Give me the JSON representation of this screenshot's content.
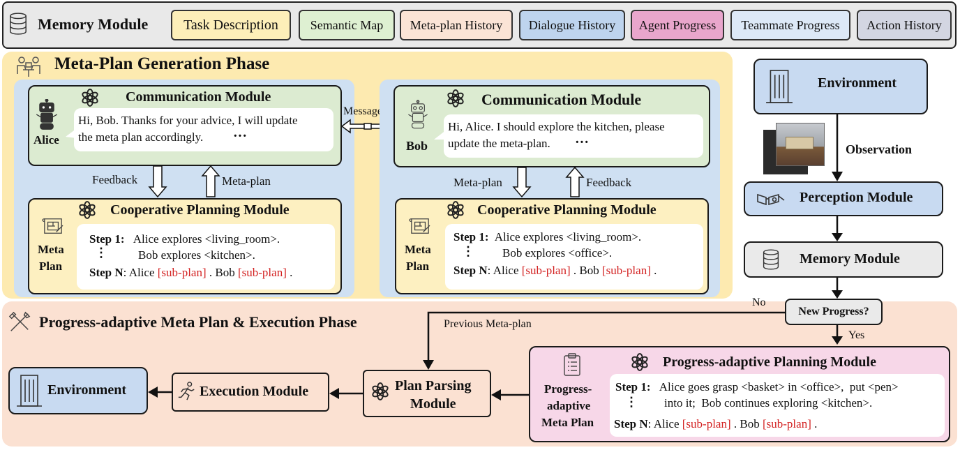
{
  "memory_bar": {
    "title": "Memory Module",
    "tags": [
      {
        "label": "Task Description",
        "color": "#fdefb9"
      },
      {
        "label": "Semantic Map",
        "color": "#def0d2"
      },
      {
        "label": "Meta-plan History",
        "color": "#fbe4d6"
      },
      {
        "label": "Dialogue History",
        "color": "#bed4ee"
      },
      {
        "label": "Agent Progress",
        "color": "#e9a6cc"
      },
      {
        "label": "Teammate Progress",
        "color": "#dde9f7"
      },
      {
        "label": "Action History",
        "color": "#d3d6e2"
      }
    ]
  },
  "meta_plan_phase": {
    "title": "Meta-Plan Generation Phase",
    "message_label": "Message",
    "alice": {
      "name": "Alice",
      "comm_title": "Communication Module",
      "comm_text_1": "Hi, Bob. Thanks for your advice, I will update",
      "comm_text_2": "the meta plan accordingly.",
      "ellipsis": "···",
      "feedback_label": "Feedback",
      "metaplan_label": "Meta-plan",
      "coop_title": "Cooperative Planning Module",
      "meta_plan_label_1": "Meta",
      "meta_plan_label_2": "Plan",
      "step1_label": "Step 1:",
      "step1_text": "Alice explores  <living_room>.",
      "step1_text_2": "Bob explores <kitchen>.",
      "vdots": "⋮",
      "stepn_label": "Step N",
      "stepn_prefix": ": Alice ",
      "subplan": "[sub-plan]",
      "stepn_mid": " . Bob ",
      "stepn_end": " ."
    },
    "bob": {
      "name": "Bob",
      "comm_title": "Communication Module",
      "comm_text_1": "Hi, Alice. I should explore the kitchen, please",
      "comm_text_2": "update the meta-plan.",
      "ellipsis": "···",
      "metaplan_label": "Meta-plan",
      "feedback_label": "Feedback",
      "coop_title": "Cooperative Planning Module",
      "meta_plan_label_1": "Meta",
      "meta_plan_label_2": "Plan",
      "step1_label": "Step 1:",
      "step1_text": "Alice  explores <living_room>.",
      "step1_text_2": "Bob explores <office>.",
      "vdots": "⋮",
      "stepn_label": "Step N",
      "stepn_prefix": ": Alice ",
      "subplan": "[sub-plan]",
      "stepn_mid": " . Bob ",
      "stepn_end": " ."
    }
  },
  "right_pipeline": {
    "environment": "Environment",
    "observation": "Observation",
    "perception": "Perception Module",
    "memory": "Memory Module",
    "decision": "New Progress?",
    "no_label": "No",
    "yes_label": "Yes"
  },
  "execution_phase": {
    "title": "Progress-adaptive Meta Plan & Execution Phase",
    "previous_label": "Previous Meta-plan",
    "environment": "Environment",
    "execution": "Execution Module",
    "plan_parsing_1": "Plan Parsing",
    "plan_parsing_2": "Module",
    "pa_title": "Progress-adaptive Planning Module",
    "pa_label_1": "Progress-",
    "pa_label_2": "adaptive",
    "pa_label_3": "Meta Plan",
    "step1_label": "Step 1:",
    "step1_text_1": "Alice goes grasp <basket> in <office>,  put <pen>",
    "step1_text_2": "into it;  Bob continues exploring <kitchen>.",
    "vdots": "⋮",
    "stepn_label": "Step N",
    "stepn_prefix": ": Alice ",
    "subplan": "[sub-plan]",
    "stepn_mid": " . Bob ",
    "stepn_end": " ."
  },
  "icons": {
    "database": "database-icon",
    "meeting": "meeting-icon",
    "robot": "robot-icon",
    "openai": "openai-logo-icon",
    "blueprint": "blueprint-icon",
    "building": "building-icon",
    "glasses": "glasses-icon",
    "tools": "tools-icon",
    "runner": "running-person-icon",
    "clipboard": "clipboard-icon"
  },
  "colors": {
    "phase1_bg": "#fdeab0",
    "phase1_inner": "#cfe0f2",
    "green_box": "#dcebd1",
    "yellow_box": "#fdf0c1",
    "blue_box": "#c8daf1",
    "grey_box": "#eaeaea",
    "phase2_bg": "#fbe1d2",
    "pink_box": "#f7d7e8",
    "red_text": "#d32222"
  }
}
